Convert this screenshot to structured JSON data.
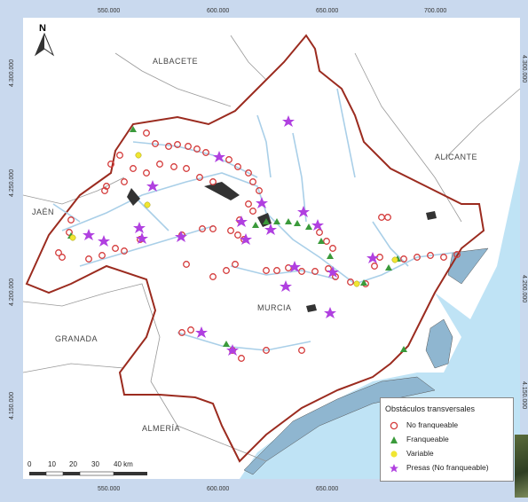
{
  "legend": {
    "title": "Obstáculos transversales",
    "items": [
      {
        "label": "No franqueable",
        "symbol": "circle-open",
        "color": "#d43c3c"
      },
      {
        "label": "Franqueable",
        "symbol": "triangle",
        "color": "#3a9a3a"
      },
      {
        "label": "Variable",
        "symbol": "circle-filled",
        "color": "#f0e632"
      },
      {
        "label": "Presas (No franqueable)",
        "symbol": "star",
        "color": "#b040e0"
      }
    ]
  },
  "x_ticks": [
    "550.000",
    "600.000",
    "650.000",
    "700.000"
  ],
  "y_ticks": [
    "4.300.000",
    "4.250.000",
    "4.200.000",
    "4.150.000"
  ],
  "regions": [
    "ALBACETE",
    "ALICANTE",
    "JAÉN",
    "MURCIA",
    "GRANADA",
    "ALMERÍA"
  ],
  "scale_bar": {
    "labels": [
      "0",
      "10",
      "20",
      "30",
      "40 km"
    ]
  },
  "north_arrow": "N",
  "colors": {
    "basin_border": "#9b2b1f",
    "sea": "#bfe3f5",
    "river": "#a9cfe8",
    "province_line": "#999999"
  }
}
